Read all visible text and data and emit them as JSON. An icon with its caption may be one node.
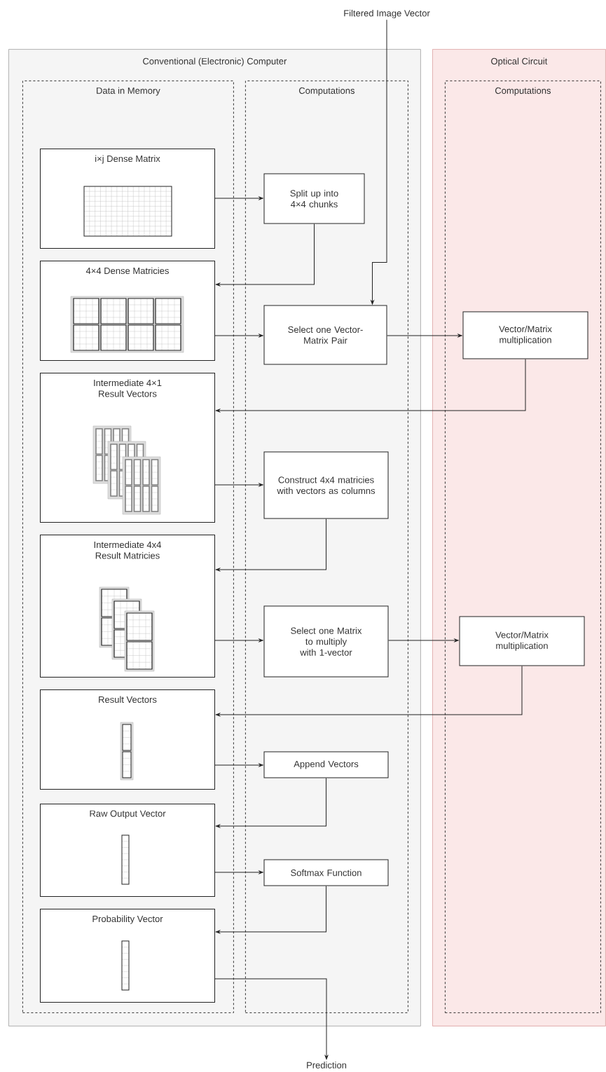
{
  "diagram": {
    "nodes": [
      {
        "text": [
          "Conventional (Electronic) Computer"
        ]
      },
      {
        "text": [
          "Optical Circuit"
        ]
      },
      {
        "text": [
          "Data in Memory"
        ],
        "in": 0
      },
      {
        "text": [
          "Computations"
        ],
        "in": 0
      },
      {
        "text": [
          "Computations"
        ],
        "in": 1
      },
      {
        "text": [
          "i×j Dense Matrix"
        ],
        "in": 2
      },
      {
        "text": [
          "4×4 Dense Matricies"
        ],
        "in": 2
      },
      {
        "text": [
          "Intermediate 4×1 Result Vectors"
        ],
        "in": 2
      },
      {
        "text": [
          "Intermediate 4x4 Result Matricies"
        ],
        "in": 2
      },
      {
        "text": [
          "Result Vectors"
        ],
        "in": 2
      },
      {
        "text": [
          "Raw Output Vector"
        ],
        "in": 2
      },
      {
        "text": [
          "Probability Vector"
        ],
        "in": 2
      },
      {
        "text": [
          "Split up into 4×4 chunks"
        ],
        "in": 3
      },
      {
        "text": [
          "Select one Vector-Matrix Pair"
        ],
        "in": 3
      },
      {
        "text": [
          "Construct 4x4 matricies with vectors as columns"
        ],
        "in": 3
      },
      {
        "text": [
          "Select one Matrix to multiply with 1-vector"
        ],
        "in": 3
      },
      {
        "text": [
          "Append Vectors"
        ],
        "in": 3
      },
      {
        "text": [
          "Softmax Function"
        ],
        "in": 3
      },
      {
        "text": [
          "Vector/Matrix multiplication"
        ],
        "in": 4
      },
      {
        "text": [
          "Vector/Matrix multiplication"
        ],
        "in": 4
      },
      {
        "text": [
          "Filtered Image Vector"
        ]
      },
      {
        "text": [
          "Prediction"
        ]
      }
    ],
    "edges": [
      {
        "from": 5,
        "to": 12,
        "arrow": "to"
      },
      {
        "from": 12,
        "to": 6,
        "arrow": "to"
      },
      {
        "from": 20,
        "to": 13,
        "arrow": "to"
      },
      {
        "from": 6,
        "to": 13,
        "arrow": "to"
      },
      {
        "from": 13,
        "to": 18,
        "arrow": "to"
      },
      {
        "from": 18,
        "to": 7,
        "arrow": "to"
      },
      {
        "from": 7,
        "to": 14,
        "arrow": "to"
      },
      {
        "from": 14,
        "to": 8,
        "arrow": "to"
      },
      {
        "from": 8,
        "to": 15,
        "arrow": "to"
      },
      {
        "from": 15,
        "to": 19,
        "arrow": "to"
      },
      {
        "from": 19,
        "to": 9,
        "arrow": "to"
      },
      {
        "from": 9,
        "to": 16,
        "arrow": "to"
      },
      {
        "from": 16,
        "to": 10,
        "arrow": "to"
      },
      {
        "from": 10,
        "to": 17,
        "arrow": "to"
      },
      {
        "from": 17,
        "to": 11,
        "arrow": "to"
      },
      {
        "from": 11,
        "to": 21,
        "arrow": "to"
      }
    ]
  }
}
